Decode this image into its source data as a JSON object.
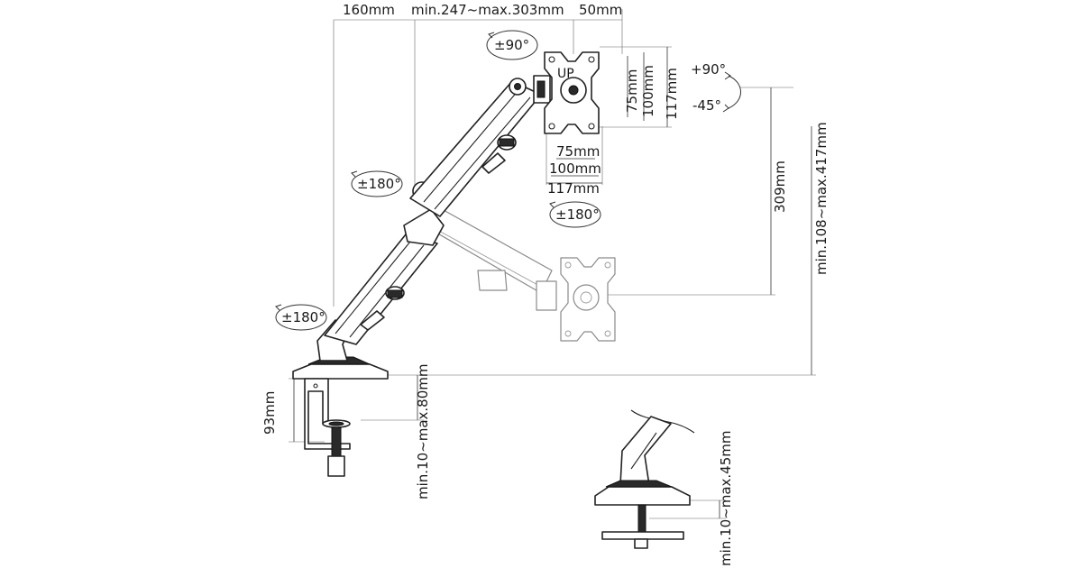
{
  "dimensions": {
    "top_offset": "160mm",
    "arm_reach": "min.247~max.303mm",
    "vesa_top": "50mm",
    "vesa_h_75": "75mm",
    "vesa_h_100": "100mm",
    "vesa_h_117": "117mm",
    "vesa_w_75": "75mm",
    "vesa_w_100": "100mm",
    "vesa_w_117": "117mm",
    "lift_range": "309mm",
    "height_range": "min.108~max.417mm",
    "clamp_height": "93mm",
    "clamp_thickness": "min.10~max.80mm",
    "grommet_thickness": "min.10~max.45mm"
  },
  "rotations": {
    "tilt_top": "±90°",
    "rotate_up": "+90°",
    "rotate_down": "-45°",
    "elbow": "±180°",
    "head": "±180°",
    "base": "±180°"
  },
  "monitor_marking": "UP"
}
